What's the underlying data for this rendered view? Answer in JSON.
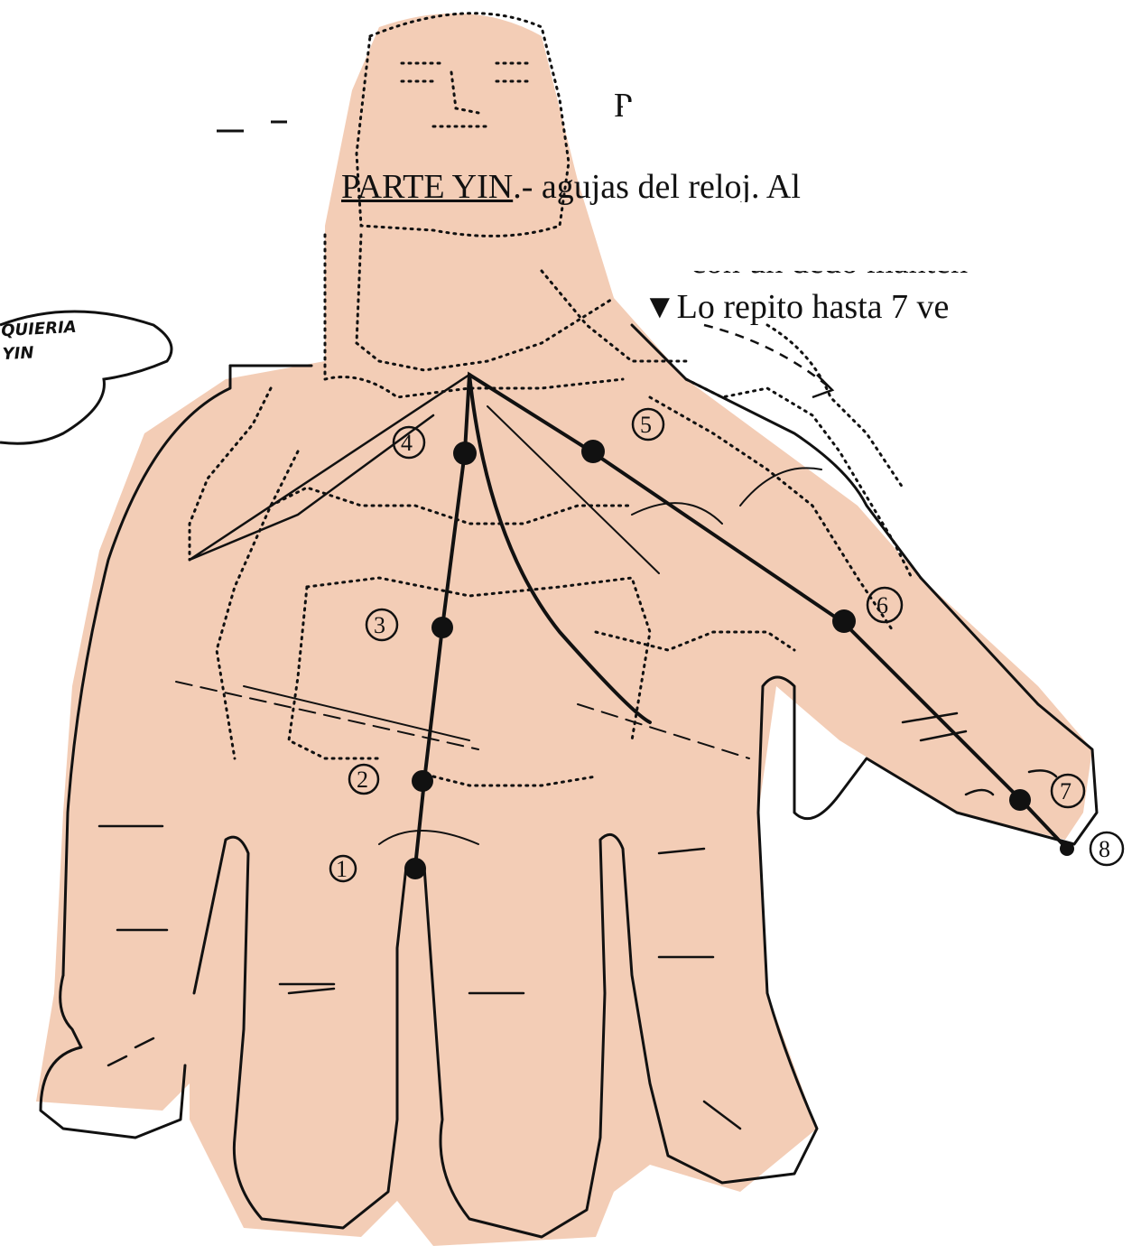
{
  "text": {
    "line1_partial": "P",
    "line2_heading": "PARTE YIN",
    "line2_rest": ".- agujas del reloj. Al",
    "line3_partial": "con un dedo manten",
    "line4": "Lo repito hasta 7 ve"
  },
  "callout": {
    "line1": "QUIERIA",
    "line2": "YIN"
  },
  "points": [
    {
      "label": "1"
    },
    {
      "label": "2"
    },
    {
      "label": "3"
    },
    {
      "label": "4"
    },
    {
      "label": "5"
    },
    {
      "label": "6"
    },
    {
      "label": "7"
    },
    {
      "label": "8"
    }
  ],
  "colors": {
    "skin": "#f3cdb6",
    "ink": "#111111",
    "paper": "#ffffff"
  }
}
